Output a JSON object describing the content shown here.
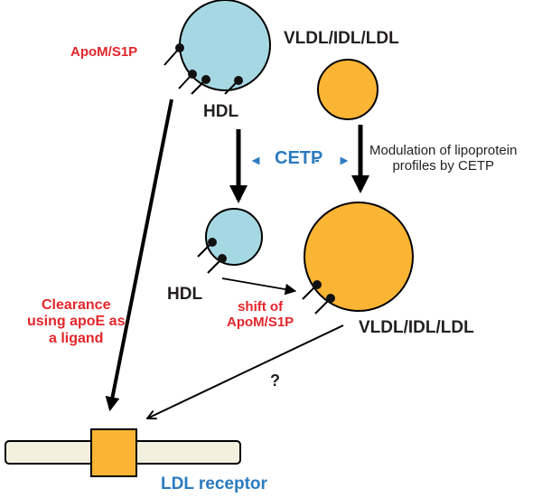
{
  "labels": {
    "apom_s1p_top": "ApoM/S1P",
    "hdl_top": "HDL",
    "vldl_top": "VLDL/IDL/LDL",
    "cetp": "CETP",
    "modulation_line1": "Modulation of lipoprotein",
    "modulation_line2": "profiles by CETP",
    "hdl_small": "HDL",
    "shift_line1": "shift of",
    "shift_line2": "ApoM/S1P",
    "vldl_large": "VLDL/IDL/LDL",
    "clearance_line1": "Clearance",
    "clearance_line2": "using apoE as",
    "clearance_line3": "a ligand",
    "question": "?",
    "ldl_receptor": "LDL receptor"
  },
  "colors": {
    "hdl_fill": "#a6d8e3",
    "vldl_fill": "#fbb534",
    "red_text": "#e3262b",
    "blue_text": "#2b7bbf",
    "dark": "#231f20",
    "membrane_fill": "#f4f0df"
  }
}
